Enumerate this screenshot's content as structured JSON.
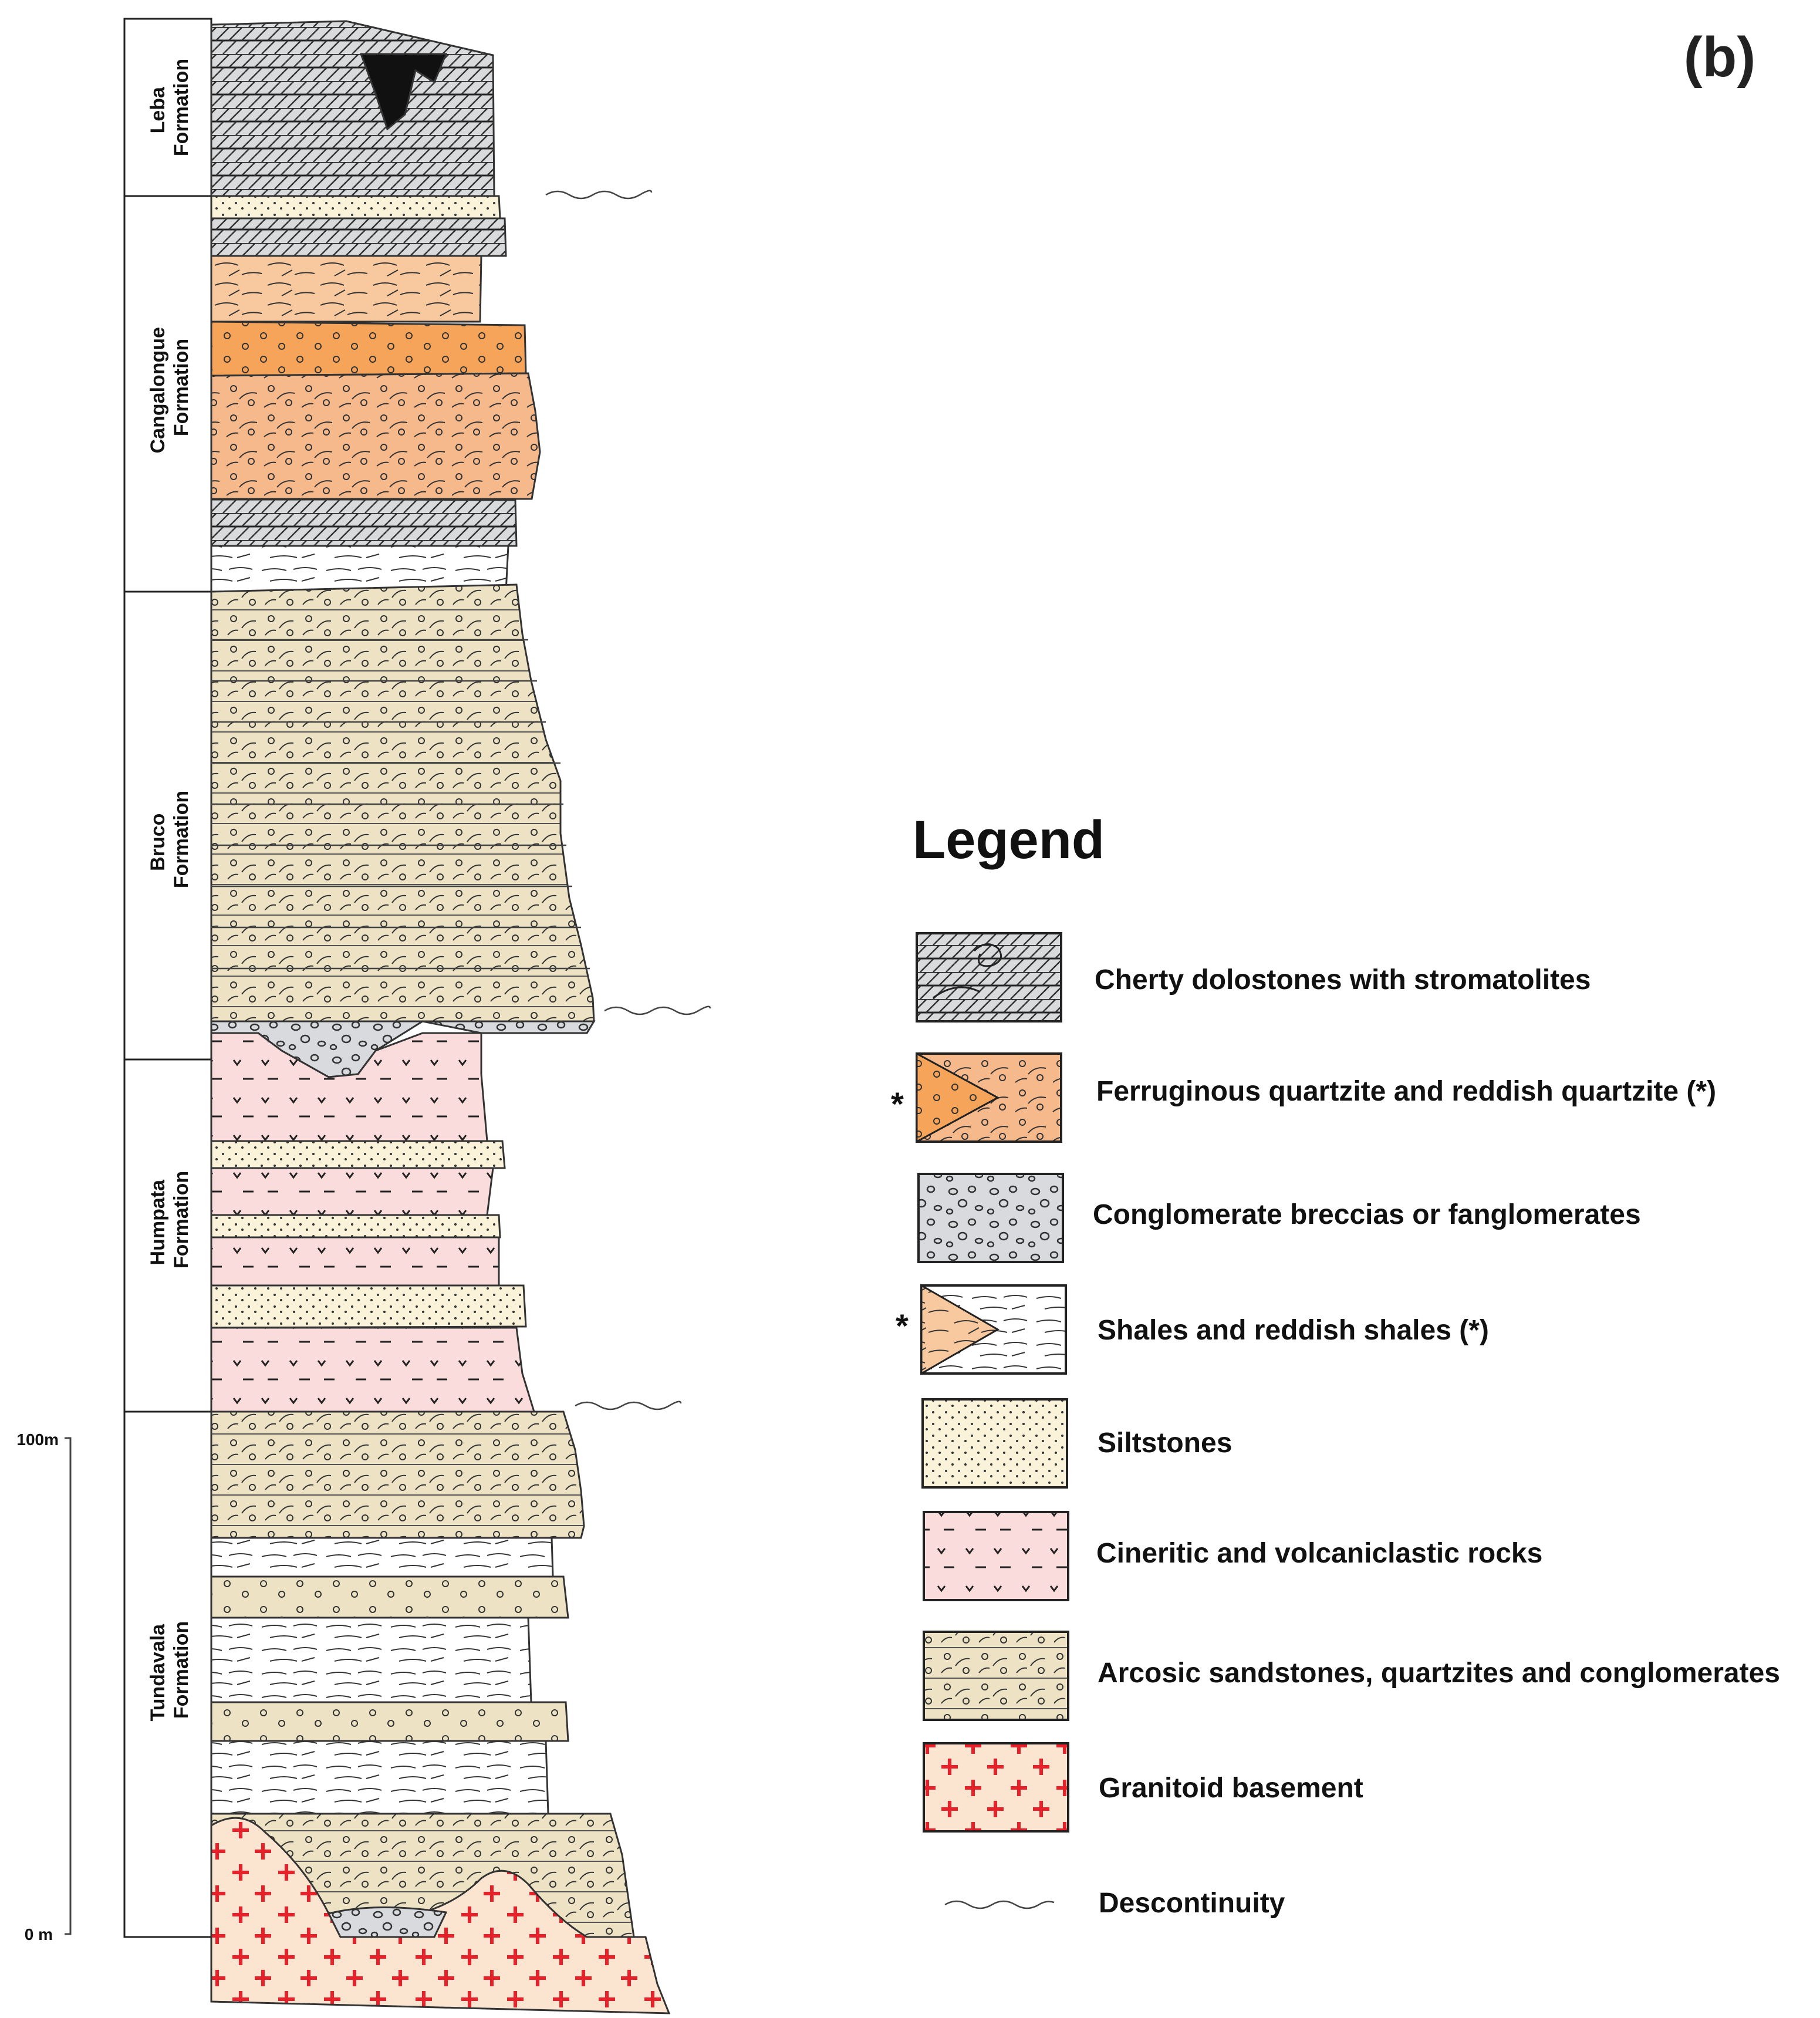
{
  "panel_label": "(b)",
  "formations": [
    {
      "name": "Leba Formation",
      "lines": [
        "Leba",
        "Formation"
      ]
    },
    {
      "name": "Cangalongue Formation",
      "lines": [
        "Cangalongue",
        "Formation"
      ]
    },
    {
      "name": "Bruco Formation",
      "lines": [
        "Bruco",
        "Formation"
      ]
    },
    {
      "name": "Humpata Formation",
      "lines": [
        "Humpata",
        "Formation"
      ]
    },
    {
      "name": "Tundavala Formation",
      "lines": [
        "Tundavala",
        "Formation"
      ]
    }
  ],
  "scale": {
    "top_label": "100m",
    "bottom_label": "0 m",
    "top_value_m": 100,
    "bottom_value_m": 0
  },
  "legend": {
    "title": "Legend",
    "items": [
      {
        "label": "Cherty dolostones with stromatolites",
        "pattern": "dolostone",
        "asterisk": false
      },
      {
        "label": "Ferruginous quartzite and reddish quartzite (*)",
        "pattern": "ferruginous",
        "asterisk": true
      },
      {
        "label": "Conglomerate breccias or fanglomerates",
        "pattern": "conglomerate",
        "asterisk": false
      },
      {
        "label": "Shales and reddish shales (*)",
        "pattern": "shale",
        "asterisk": true
      },
      {
        "label": "Siltstones",
        "pattern": "siltstone",
        "asterisk": false
      },
      {
        "label": "Cineritic and volcaniclastic rocks",
        "pattern": "volcanic",
        "asterisk": false
      },
      {
        "label": "Arcosic sandstones, quartzites and conglomerates",
        "pattern": "sandstone",
        "asterisk": false
      },
      {
        "label": "Granitoid basement",
        "pattern": "granite",
        "asterisk": false
      },
      {
        "label": "Descontinuity",
        "pattern": "wave",
        "asterisk": false
      }
    ],
    "asterisk_symbol": "*"
  },
  "colors": {
    "dolostone_fill": "#d9dadc",
    "ferruginous_fill": "#f5a45a",
    "reddish_fill": "#f6b98c",
    "conglomerate_fill": "#d8dadd",
    "shale_fill": "#ffffff",
    "siltstone_fill": "#fbf2da",
    "volcanic_fill": "#fbdcdc",
    "sandstone_fill": "#ede3c4",
    "granite_fill": "#fbe5d0",
    "granite_cross": "#e8202a",
    "cangalongue_top_fill": "#f8c99e"
  }
}
